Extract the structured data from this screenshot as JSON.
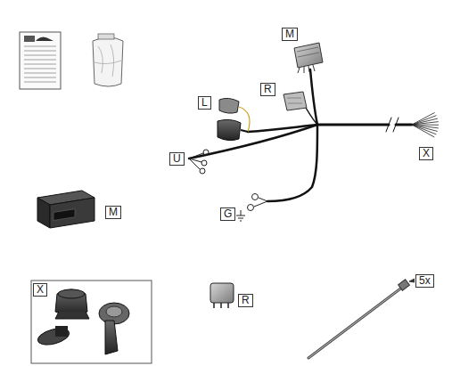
{
  "diagram": {
    "labels": [
      "M",
      "R",
      "L",
      "U",
      "X",
      "G",
      "M",
      "X",
      "R",
      "5x"
    ]
  }
}
